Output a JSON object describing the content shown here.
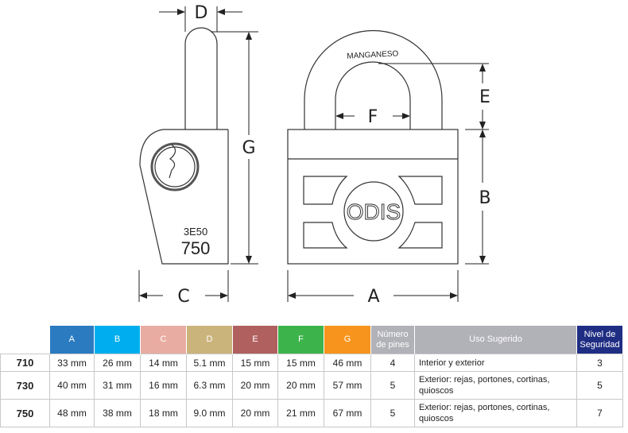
{
  "drawing": {
    "dims": {
      "a": "A",
      "b": "B",
      "c": "C",
      "d": "D",
      "e": "E",
      "f": "F",
      "g": "G"
    },
    "shackle_text": "MANGANESO",
    "logo": "ODIS",
    "code": "3E50",
    "model": "750"
  },
  "table": {
    "headers": [
      {
        "label": "A",
        "color": "#2a7bc0"
      },
      {
        "label": "B",
        "color": "#00aeef"
      },
      {
        "label": "C",
        "color": "#e9aca2"
      },
      {
        "label": "D",
        "color": "#cbb47c"
      },
      {
        "label": "E",
        "color": "#b0605f"
      },
      {
        "label": "F",
        "color": "#3db44b"
      },
      {
        "label": "G",
        "color": "#f7941d"
      },
      {
        "label": "Número de pines",
        "color": "#b1b1b8"
      },
      {
        "label": "Uso Sugerido",
        "color": "#b1b1b8"
      },
      {
        "label": "Nivel de Seguridad",
        "color": "#1f2d83"
      }
    ],
    "rows": [
      {
        "model": "710",
        "cells": [
          "33 mm",
          "26 mm",
          "14 mm",
          "5.1 mm",
          "15 mm",
          "15 mm",
          "46 mm",
          "4"
        ],
        "uso": "Interior  y exterior",
        "nivel": "3"
      },
      {
        "model": "730",
        "cells": [
          "40 mm",
          "31 mm",
          "16 mm",
          "6.3 mm",
          "20 mm",
          "20 mm",
          "57 mm",
          "5"
        ],
        "uso": "Exterior: rejas, portones, cortinas, quioscos",
        "nivel": "5"
      },
      {
        "model": "750",
        "cells": [
          "48 mm",
          "38 mm",
          "18 mm",
          "9.0 mm",
          "20 mm",
          "21 mm",
          "67 mm",
          "5"
        ],
        "uso": "Exterior: rejas, portones, cortinas, quioscos",
        "nivel": "7"
      }
    ]
  }
}
